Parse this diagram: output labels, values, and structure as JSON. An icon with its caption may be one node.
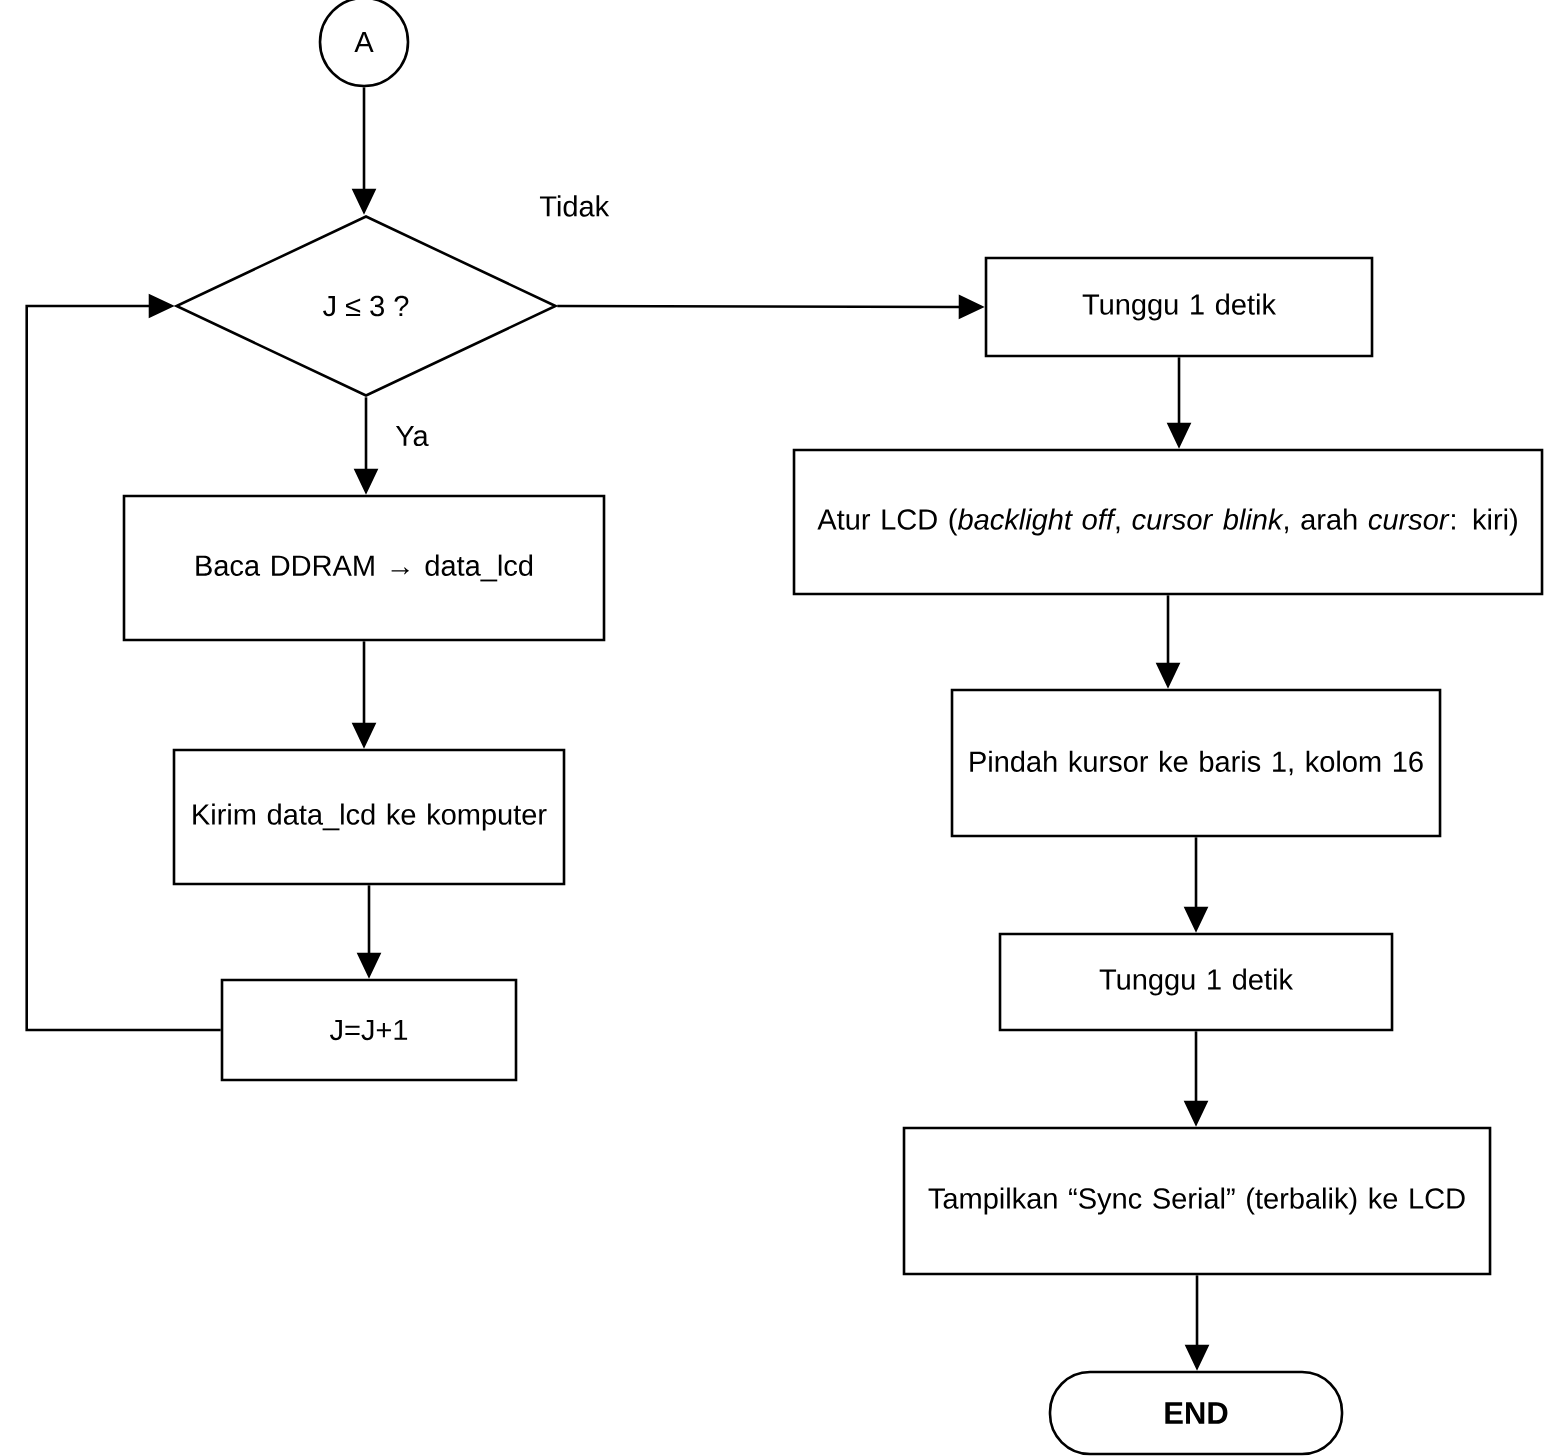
{
  "diagram": {
    "nodes": [
      {
        "text": [
          "A"
        ]
      },
      {
        "text": [
          "J ≤ 3 ?"
        ]
      },
      {
        "text": [
          "Baca DDRAM → data_lcd"
        ]
      },
      {
        "text": [
          "Kirim data_lcd ke komputer"
        ]
      },
      {
        "text": [
          "J=J+1"
        ]
      },
      {
        "text": [
          "Tunggu 1 detik"
        ]
      },
      {
        "text": [
          "Atur LCD (*backlight off*, *cursor* *blink*, arah *cursor*: kiri)"
        ]
      },
      {
        "text": [
          "Pindah kursor ke baris 1, kolom 16"
        ]
      },
      {
        "text": [
          "Tunggu 1 detik"
        ]
      },
      {
        "text": [
          "Tampilkan “Sync Serial” (terbalik) ke LCD"
        ]
      },
      {
        "text": [
          "END"
        ]
      }
    ],
    "edges": [
      {
        "from": 0,
        "to": 1,
        "arrow": "to"
      },
      {
        "from": 1,
        "to": 2,
        "arrow": "to",
        "label": "Ya"
      },
      {
        "from": 2,
        "to": 3,
        "arrow": "to"
      },
      {
        "from": 3,
        "to": 4,
        "arrow": "to"
      },
      {
        "from": 4,
        "to": 1,
        "arrow": "to"
      },
      {
        "from": 1,
        "to": 5,
        "arrow": "to",
        "label": "Tidak"
      },
      {
        "from": 5,
        "to": 6,
        "arrow": "to"
      },
      {
        "from": 6,
        "to": 7,
        "arrow": "to"
      },
      {
        "from": 7,
        "to": 8,
        "arrow": "to"
      },
      {
        "from": 8,
        "to": 9,
        "arrow": "to"
      },
      {
        "from": 9,
        "to": 10,
        "arrow": "to"
      }
    ]
  }
}
